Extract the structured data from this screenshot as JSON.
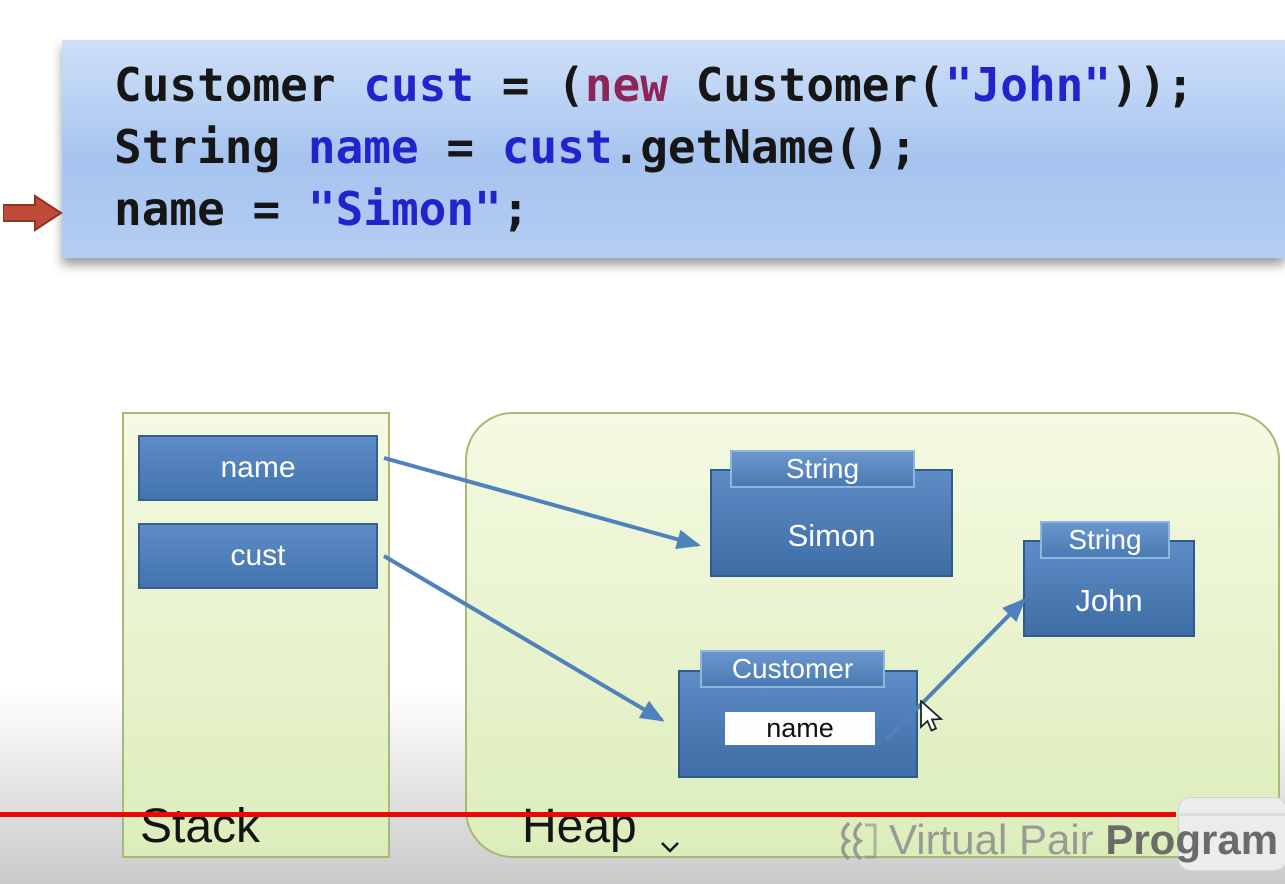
{
  "code_panel": {
    "lines": [
      {
        "segments": [
          {
            "kind": "plain",
            "text": "Customer "
          },
          {
            "kind": "identifier",
            "text": "cust"
          },
          {
            "kind": "plain",
            "text": " = ("
          },
          {
            "kind": "keyword",
            "text": "new"
          },
          {
            "kind": "plain",
            "text": " Customer("
          },
          {
            "kind": "string",
            "text": "\"John\""
          },
          {
            "kind": "plain",
            "text": "));"
          }
        ]
      },
      {
        "segments": [
          {
            "kind": "plain",
            "text": "String "
          },
          {
            "kind": "identifier",
            "text": "name"
          },
          {
            "kind": "plain",
            "text": " = "
          },
          {
            "kind": "identifier",
            "text": "cust"
          },
          {
            "kind": "plain",
            "text": ".getName();"
          }
        ]
      },
      {
        "segments": [
          {
            "kind": "plain",
            "text": "name = "
          },
          {
            "kind": "string",
            "text": "\"Simon\""
          },
          {
            "kind": "plain",
            "text": ";"
          }
        ]
      }
    ],
    "marker_icon": "red-arrow-icon"
  },
  "stack": {
    "label": "Stack",
    "variables": [
      {
        "name": "name"
      },
      {
        "name": "cust"
      }
    ]
  },
  "heap": {
    "label": "Heap",
    "objects": [
      {
        "type": "String",
        "value": "Simon"
      },
      {
        "type": "String",
        "value": "John"
      },
      {
        "type": "Customer",
        "fields": [
          {
            "name": "name"
          }
        ]
      }
    ]
  },
  "references": [
    {
      "from": "stack variable name",
      "to": "String \"Simon\" object"
    },
    {
      "from": "stack variable cust",
      "to": "Customer object"
    },
    {
      "from": "Customer field name",
      "to": "String \"John\" object"
    }
  ],
  "player": {
    "progress_percent": 92,
    "chevron_icon": "chevron-down-icon"
  },
  "watermark": {
    "prefix": "Virtual Pair ",
    "suffix": "Program"
  },
  "colors": {
    "code_panel_bg": "#a6c4ef",
    "code_plain": "#161616",
    "code_identifier": "#2323cc",
    "code_keyword": "#8e2457",
    "code_string": "#2323cc",
    "region_green": "#e9f5cd",
    "region_border": "#a8b877",
    "box_blue": "#4f81bd",
    "box_blue_border": "#34608f",
    "arrow_blue": "#4f81bd",
    "exec_arrow_red": "#bf4a38",
    "progress_red": "#ee0606",
    "watermark_gray": "#8c8c8c"
  }
}
